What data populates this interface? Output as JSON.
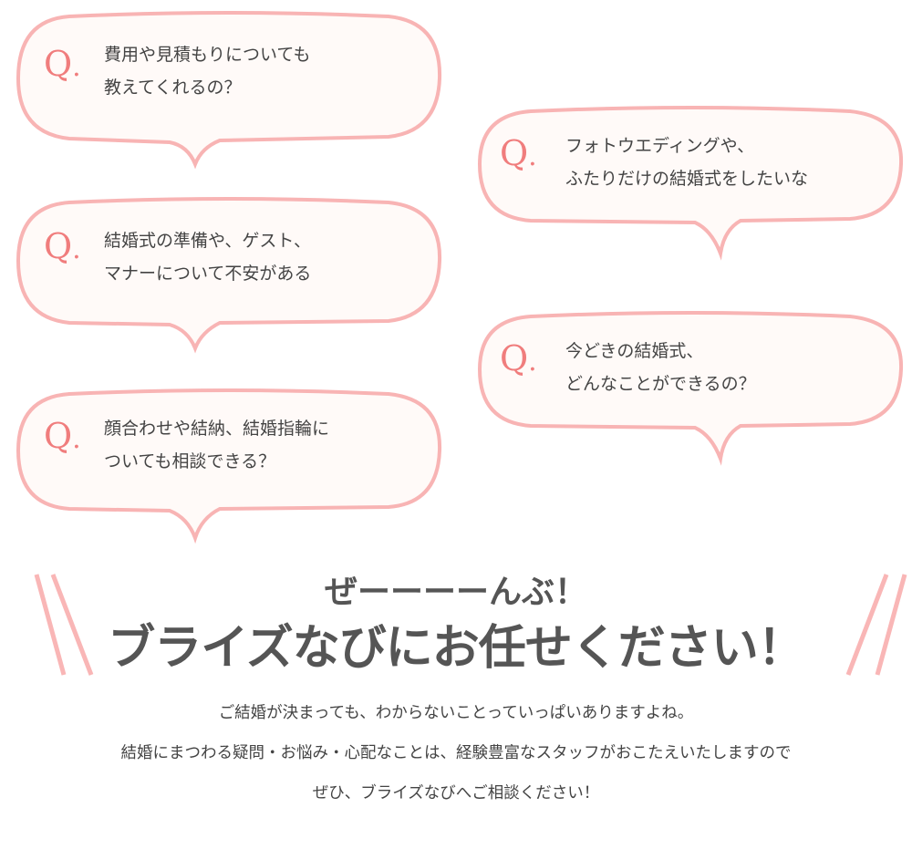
{
  "questions": [
    {
      "mark": "Q",
      "lines": [
        "費用や見積もりについても",
        "教えてくれるの？"
      ]
    },
    {
      "mark": "Q",
      "lines": [
        "フォトウエディングや、",
        "ふたりだけの結婚式をしたいな"
      ]
    },
    {
      "mark": "Q",
      "lines": [
        "結婚式の準備や、ゲスト、",
        "マナーについて不安がある"
      ]
    },
    {
      "mark": "Q",
      "lines": [
        "今どきの結婚式、",
        "どんなことができるの？"
      ]
    },
    {
      "mark": "Q",
      "lines": [
        "顔合わせや結納、結婚指輪に",
        "ついても相談できる？"
      ]
    }
  ],
  "headline": {
    "line1": "ぜーーーーんぶ！",
    "line2": "ブライズなびにお任せください！"
  },
  "body": [
    "ご結婚が決まっても、わからないことっていっぱいありますよね。",
    "結婚にまつわる疑問・お悩み・心配なことは、経験豊富なスタッフがおこたえいたしますので",
    "ぜひ、ブライズなびへご相談ください！"
  ],
  "colors": {
    "accent": "#f07d7d",
    "bubble_stroke": "#f8b4b4",
    "bubble_fill": "#fffaf8",
    "slash": "#f9b6b6"
  }
}
